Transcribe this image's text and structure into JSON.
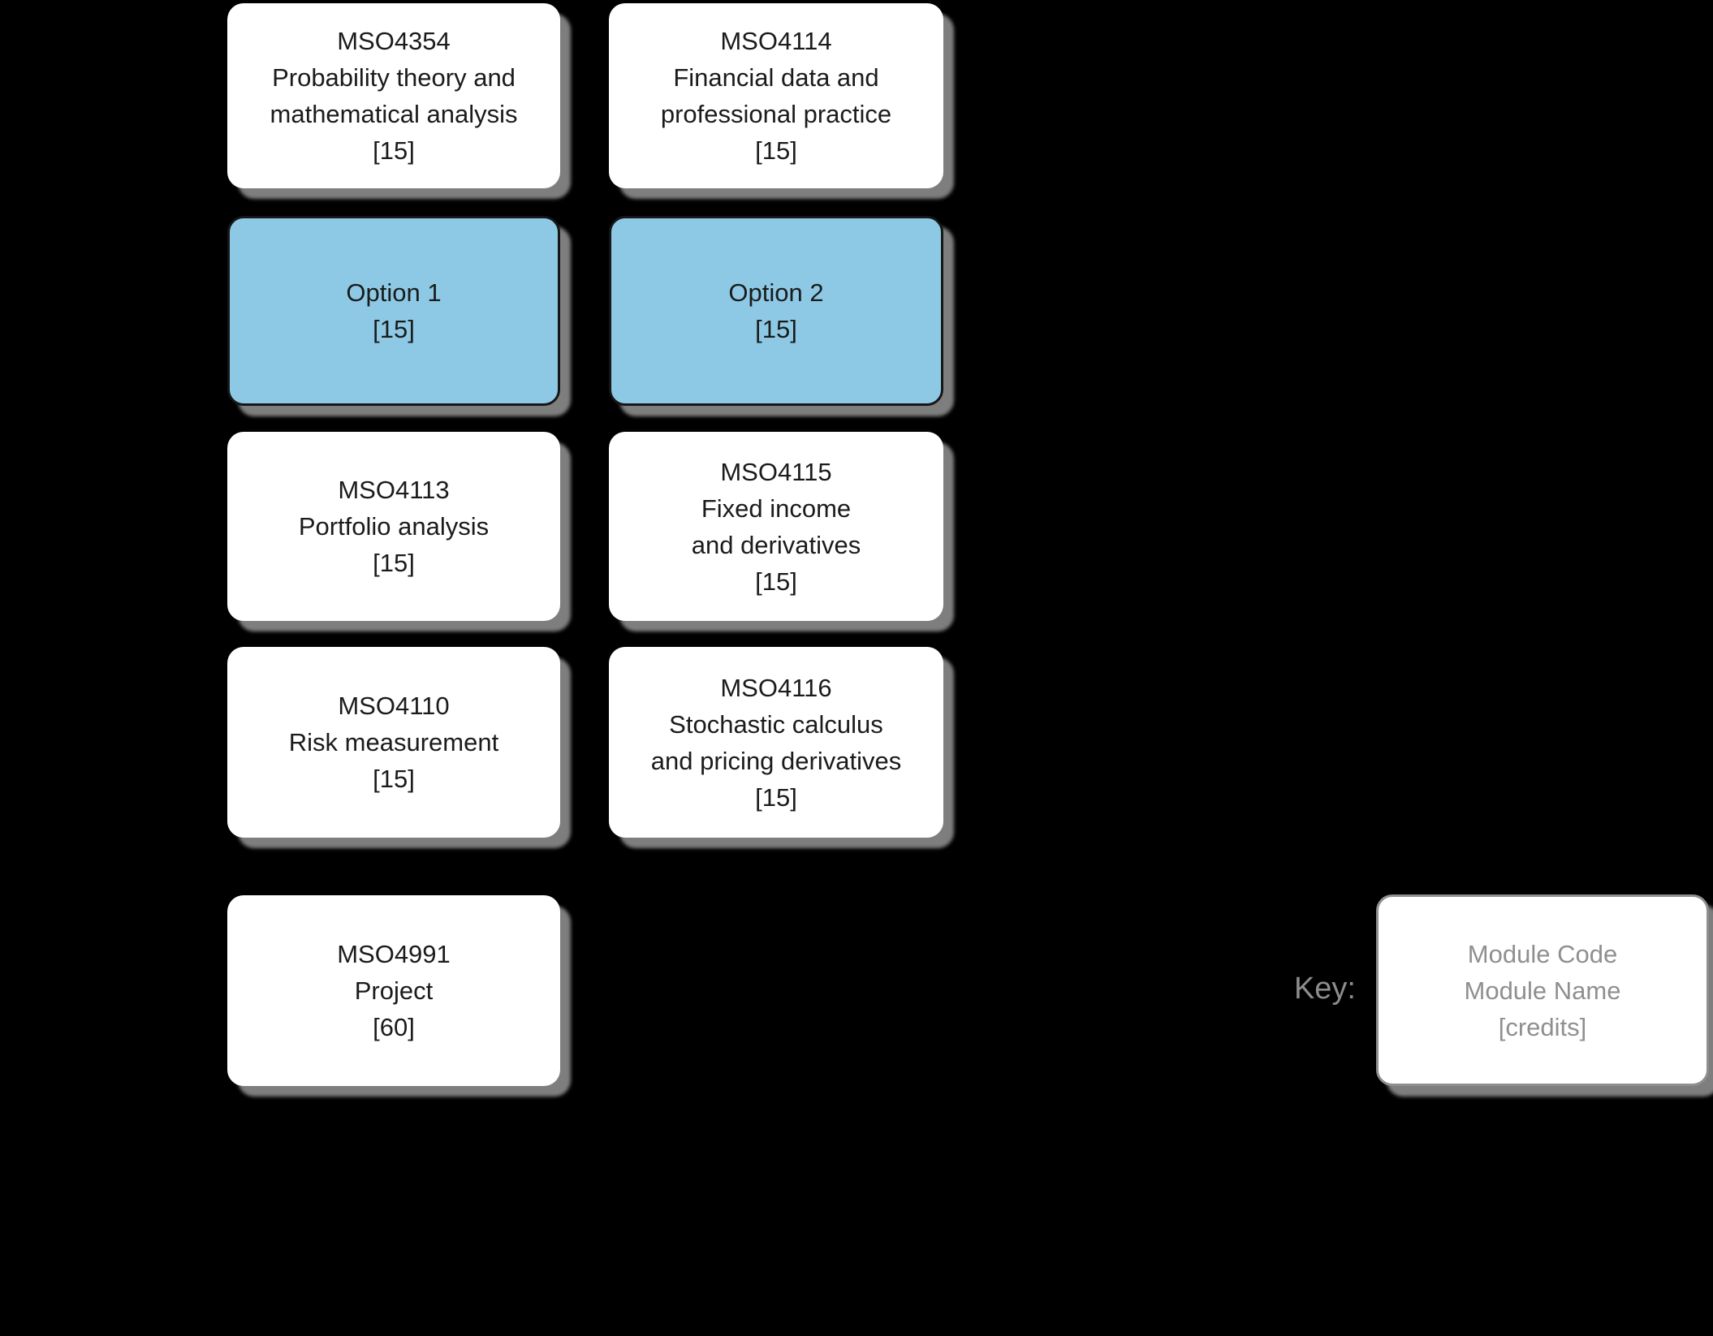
{
  "diagram": {
    "background_color": "#000000",
    "colors": {
      "module_fill": "#ffffff",
      "module_text": "#1b1b1b",
      "option_fill": "#8dc9e5",
      "option_border": "#161616",
      "shadow": "#7e7e7e",
      "key_gray": "#8f8f8f"
    }
  },
  "modules": [
    {
      "code": "MSO4354",
      "name": "Probability theory and\nmathematical analysis",
      "credits": "[15]"
    },
    {
      "code": "MSO4114",
      "name": "Financial data and\nprofessional practice",
      "credits": "[15]"
    },
    {
      "label": "Option 1",
      "credits": "[15]"
    },
    {
      "label": "Option 2",
      "credits": "[15]"
    },
    {
      "code": "MSO4113",
      "name": "Portfolio analysis",
      "credits": "[15]"
    },
    {
      "code": "MSO4115",
      "name": "Fixed income\nand derivatives",
      "credits": "[15]"
    },
    {
      "code": "MSO4110",
      "name": "Risk measurement",
      "credits": "[15]"
    },
    {
      "code": "MSO4116",
      "name": "Stochastic calculus\nand pricing derivatives",
      "credits": "[15]"
    },
    {
      "code": "MSO4991",
      "name": "Project",
      "credits": "[60]"
    }
  ],
  "key": {
    "label": "Key:",
    "code": "Module Code",
    "name": "Module Name",
    "credits": "[credits]"
  }
}
